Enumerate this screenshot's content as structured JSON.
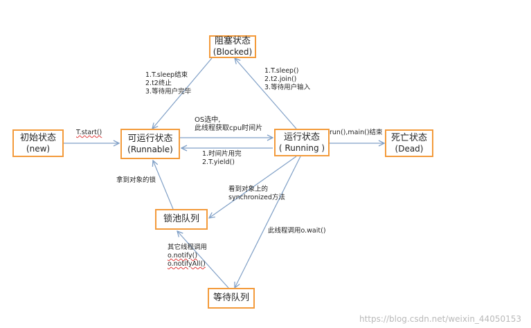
{
  "states": {
    "new": {
      "line1": "初始状态",
      "line2": "(new)"
    },
    "runnable": {
      "line1": "可运行状态",
      "line2": "(Runnable)"
    },
    "running": {
      "line1": "运行状态",
      "line2": "( Running )"
    },
    "dead": {
      "line1": "死亡状态",
      "line2": "(Dead)"
    },
    "blocked": {
      "line1": "阻塞状态",
      "line2": "(Blocked)"
    },
    "lock_pool": {
      "line1": "锁池队列"
    },
    "wait_queue": {
      "line1": "等待队列"
    }
  },
  "transitions": {
    "new_to_runnable": [
      "T.start()"
    ],
    "runnable_to_running": [
      "OS选中,",
      "此线程获取cpu时间片"
    ],
    "running_to_runnable": [
      "1.时间片用完",
      "2.T.yield()"
    ],
    "running_to_dead": [
      "run(),main()结束"
    ],
    "running_to_blocked": [
      "1.T.sleep()",
      "2.t2.join()",
      "3.等待用户输入"
    ],
    "blocked_to_runnable": [
      "1.T.sleep结束",
      "2.t2终止",
      "3.等待用户完毕"
    ],
    "lockpool_to_runnable": [
      "拿到对象的锁"
    ],
    "running_to_lockpool": [
      "看到对象上的",
      "synchronized方法"
    ],
    "running_to_wait": [
      "此线程调用o.wait()"
    ],
    "wait_to_lockpool": [
      "其它线程调用",
      "o.notify()",
      "o.notifyAll()"
    ]
  },
  "watermark": "https://blog.csdn.net/weixin_44050153",
  "colors": {
    "box_border": "#f39a3a",
    "arrow": "#7f9fc6",
    "watermark": "#b9b9b9"
  }
}
